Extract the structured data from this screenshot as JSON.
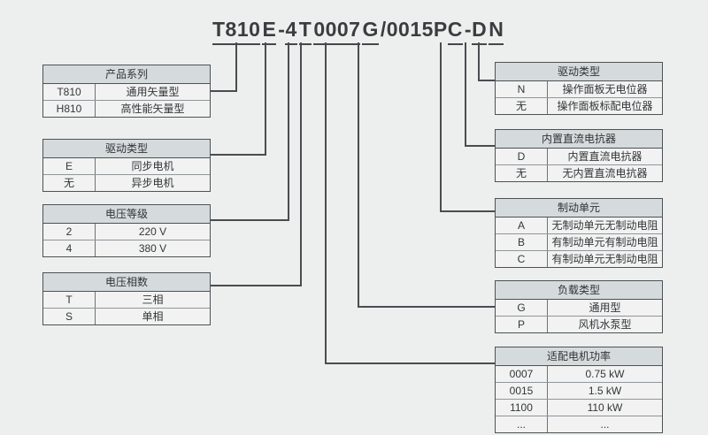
{
  "colors": {
    "background": "#edefee",
    "table_header_bg": "#d5dadd",
    "table_row_bg": "#f1f2f1",
    "border": "#4d5255",
    "connector_line": "#494d50",
    "text": "#333639"
  },
  "model_code": {
    "full": "T810E-4T0007G/0015PC-DN",
    "segments": [
      {
        "text": "T810"
      },
      {
        "text": "E"
      },
      {
        "text": "-"
      },
      {
        "text": "4"
      },
      {
        "text": "T"
      },
      {
        "text": "0007"
      },
      {
        "text": "G"
      },
      {
        "text": "/0015P"
      },
      {
        "text": "C"
      },
      {
        "text": "-"
      },
      {
        "text": "D"
      },
      {
        "text": "N"
      }
    ]
  },
  "left_tables": [
    {
      "title": "产品系列",
      "rows": [
        {
          "code": "T810",
          "desc": "通用矢量型"
        },
        {
          "code": "H810",
          "desc": "高性能矢量型"
        }
      ]
    },
    {
      "title": "驱动类型",
      "rows": [
        {
          "code": "E",
          "desc": "同步电机"
        },
        {
          "code": "无",
          "desc": "异步电机"
        }
      ]
    },
    {
      "title": "电压等级",
      "rows": [
        {
          "code": "2",
          "desc": "220 V"
        },
        {
          "code": "4",
          "desc": "380 V"
        }
      ]
    },
    {
      "title": "电压相数",
      "rows": [
        {
          "code": "T",
          "desc": "三相"
        },
        {
          "code": "S",
          "desc": "单相"
        }
      ]
    }
  ],
  "right_tables": [
    {
      "title": "驱动类型",
      "rows": [
        {
          "code": "N",
          "desc": "操作面板无电位器"
        },
        {
          "code": "无",
          "desc": "操作面板标配电位器"
        }
      ]
    },
    {
      "title": "内置直流电抗器",
      "rows": [
        {
          "code": "D",
          "desc": "内置直流电抗器"
        },
        {
          "code": "无",
          "desc": "无内置直流电抗器"
        }
      ]
    },
    {
      "title": "制动单元",
      "rows": [
        {
          "code": "A",
          "desc": "无制动单元无制动电阻"
        },
        {
          "code": "B",
          "desc": "有制动单元有制动电阻"
        },
        {
          "code": "C",
          "desc": "有制动单元无制动电阻"
        }
      ]
    },
    {
      "title": "负载类型",
      "rows": [
        {
          "code": "G",
          "desc": "通用型"
        },
        {
          "code": "P",
          "desc": "风机水泵型"
        }
      ]
    },
    {
      "title": "适配电机功率",
      "rows": [
        {
          "code": "0007",
          "desc": "0.75 kW"
        },
        {
          "code": "0015",
          "desc": "1.5 kW"
        },
        {
          "code": "1100",
          "desc": "110 kW"
        },
        {
          "code": "...",
          "desc": "..."
        }
      ]
    }
  ]
}
